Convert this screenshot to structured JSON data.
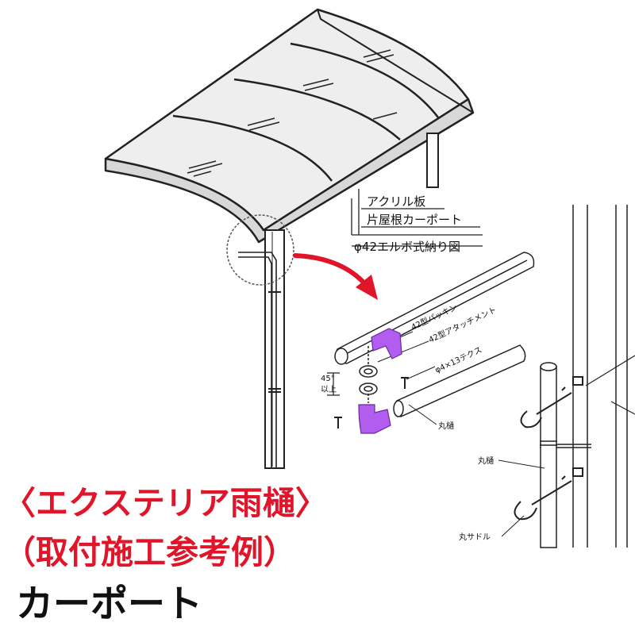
{
  "colors": {
    "headline_accent": "#e0152a",
    "headline_main": "#111111",
    "arrow": "#e0152a",
    "elbow": "#b35cf0",
    "line": "#222222"
  },
  "callout": {
    "line1": "アクリル板",
    "line2": "片屋根カーポート",
    "line3": "φ42エルボ式納り図"
  },
  "detail_labels": {
    "packing": "42型パッキン",
    "attachment": "42型アタッチメント",
    "screw": "φ4×13テクス",
    "angle_value": "45°",
    "angle_note": "以上",
    "round_gutter": "丸樋",
    "round_gutter_right": "丸樋",
    "round_saddle": "丸サドル"
  },
  "headline": {
    "line1": "〈エクステリア雨樋〉",
    "line2": "（取付施工参考例）",
    "line3": "カーポート"
  }
}
